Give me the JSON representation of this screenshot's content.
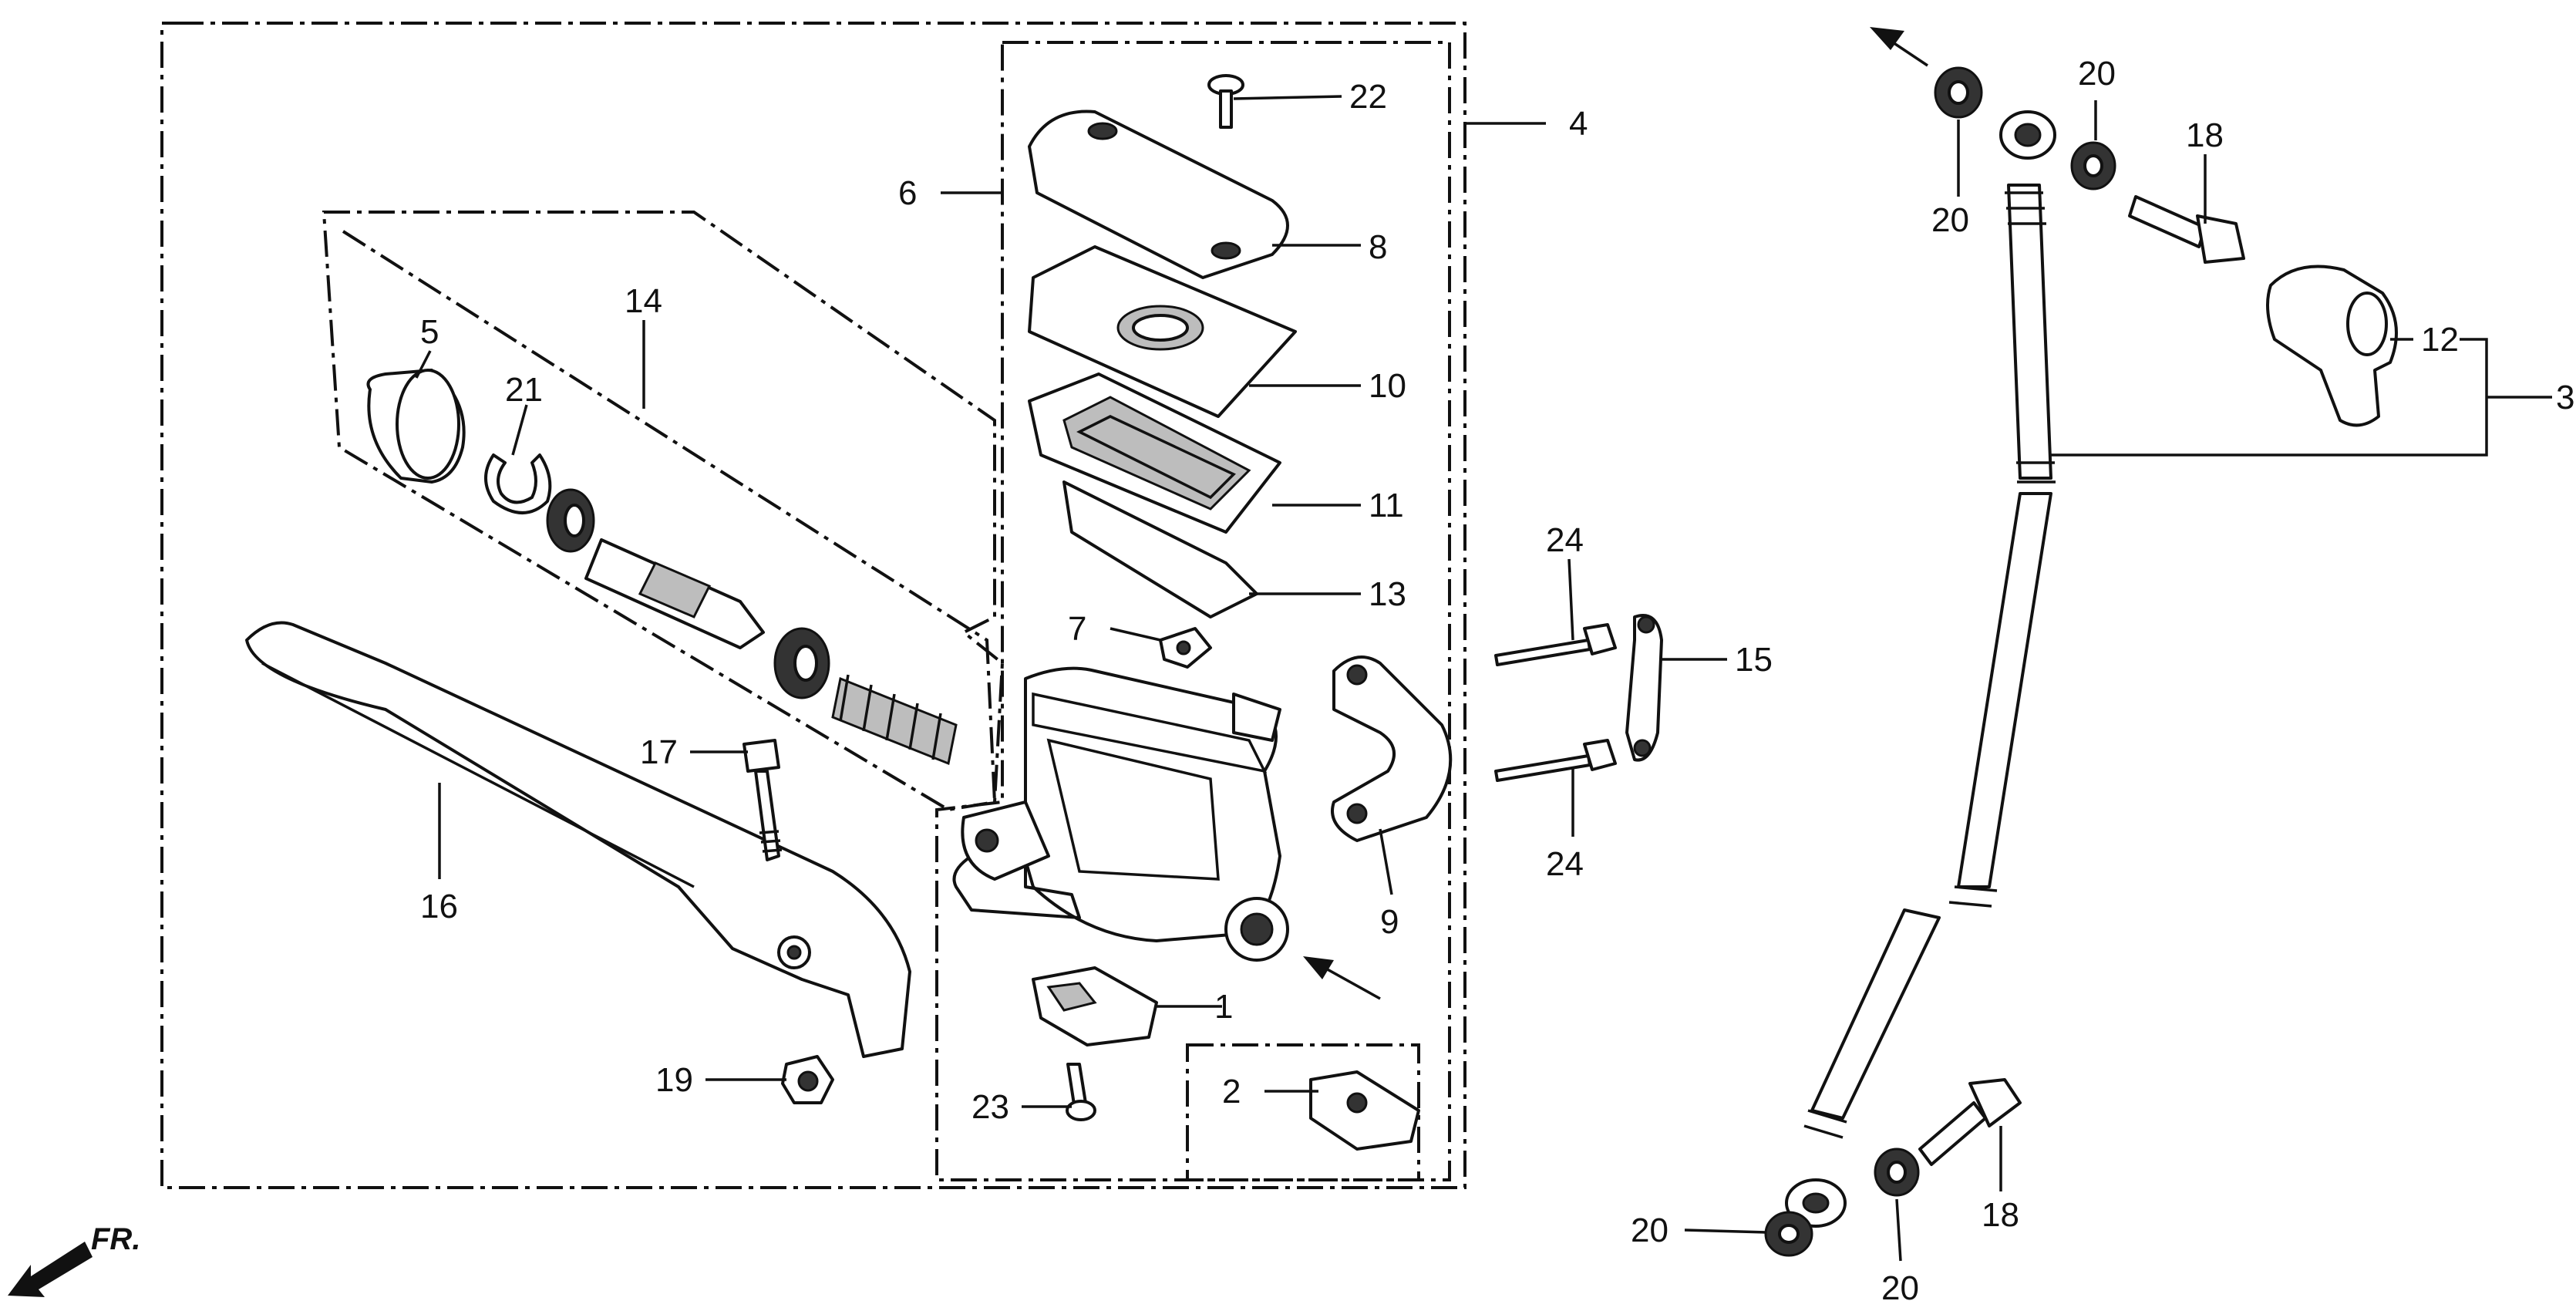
{
  "callouts": [
    "1",
    "2",
    "3",
    "4",
    "5",
    "6",
    "7",
    "8",
    "9",
    "10",
    "11",
    "12",
    "13",
    "14",
    "15",
    "16",
    "17",
    "18",
    "19",
    "20",
    "21",
    "22",
    "23",
    "24"
  ],
  "front_marker": "FR.",
  "icons": {
    "front_arrow": "front-direction-arrow-icon"
  }
}
